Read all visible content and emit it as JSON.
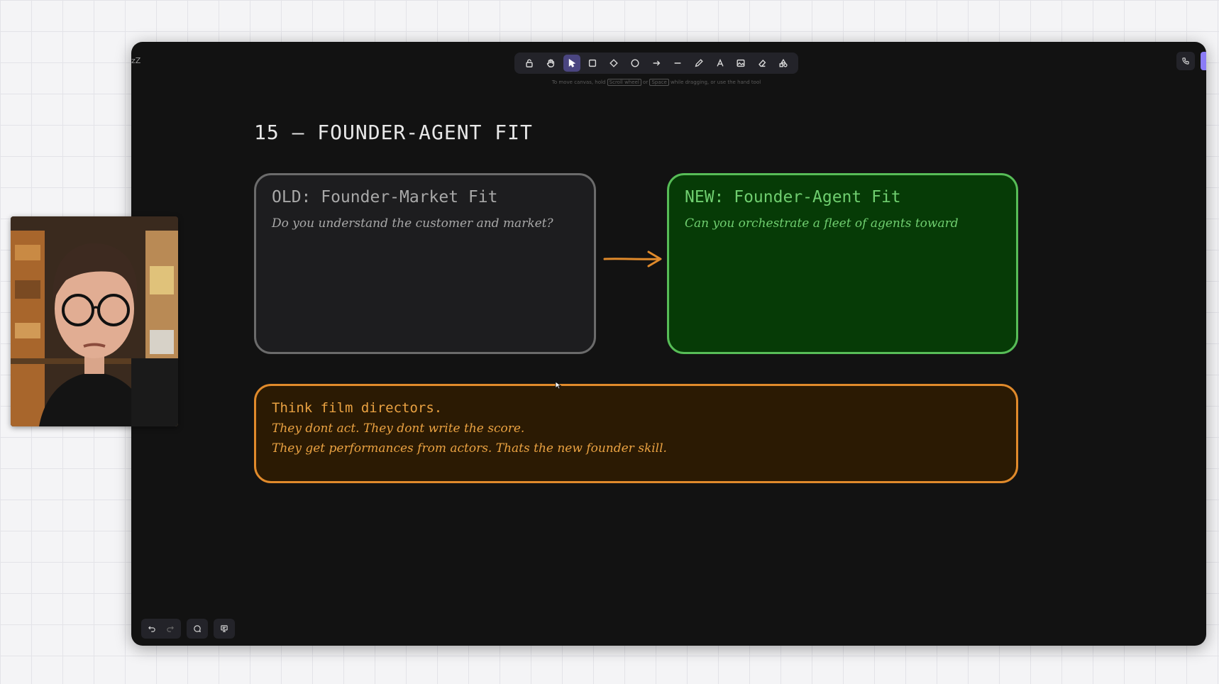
{
  "window": {
    "corner_label": "zZ"
  },
  "toolbar": {
    "tools": [
      {
        "name": "lock-icon",
        "active": false
      },
      {
        "name": "hand-icon",
        "active": false
      },
      {
        "name": "selection-icon",
        "active": true
      },
      {
        "name": "rectangle-icon",
        "active": false
      },
      {
        "name": "diamond-icon",
        "active": false
      },
      {
        "name": "ellipse-icon",
        "active": false
      },
      {
        "name": "arrow-icon",
        "active": false
      },
      {
        "name": "line-icon",
        "active": false
      },
      {
        "name": "pencil-icon",
        "active": false
      },
      {
        "name": "text-icon",
        "active": false
      },
      {
        "name": "image-icon",
        "active": false
      },
      {
        "name": "eraser-icon",
        "active": false
      },
      {
        "name": "shapes-library-icon",
        "active": false
      }
    ],
    "hint_pre": "To move canvas, hold",
    "hint_key1": "Scroll wheel",
    "hint_or": "or",
    "hint_key2": "Space",
    "hint_post": "while dragging, or use the hand tool"
  },
  "slide": {
    "title": "15 – FOUNDER-AGENT FIT",
    "old_card": {
      "heading": "OLD: Founder-Market Fit",
      "body": "Do you understand the customer and market?"
    },
    "new_card": {
      "heading": "NEW: Founder-Agent Fit",
      "body": "Can you orchestrate a fleet of agents toward"
    },
    "note": {
      "heading": "Think film directors.",
      "line1": "They dont act.  They dont write the score.",
      "line2": "They get performances from actors.  Thats the new founder skill."
    }
  },
  "colors": {
    "canvas_bg": "#121212",
    "old_border": "#6b6b6b",
    "new_border": "#57bd57",
    "new_fill": "#063b06",
    "note_border": "#e08a2b",
    "note_fill": "#2b1a03",
    "arrow": "#e08a2b",
    "accent": "#8b7cf6"
  }
}
